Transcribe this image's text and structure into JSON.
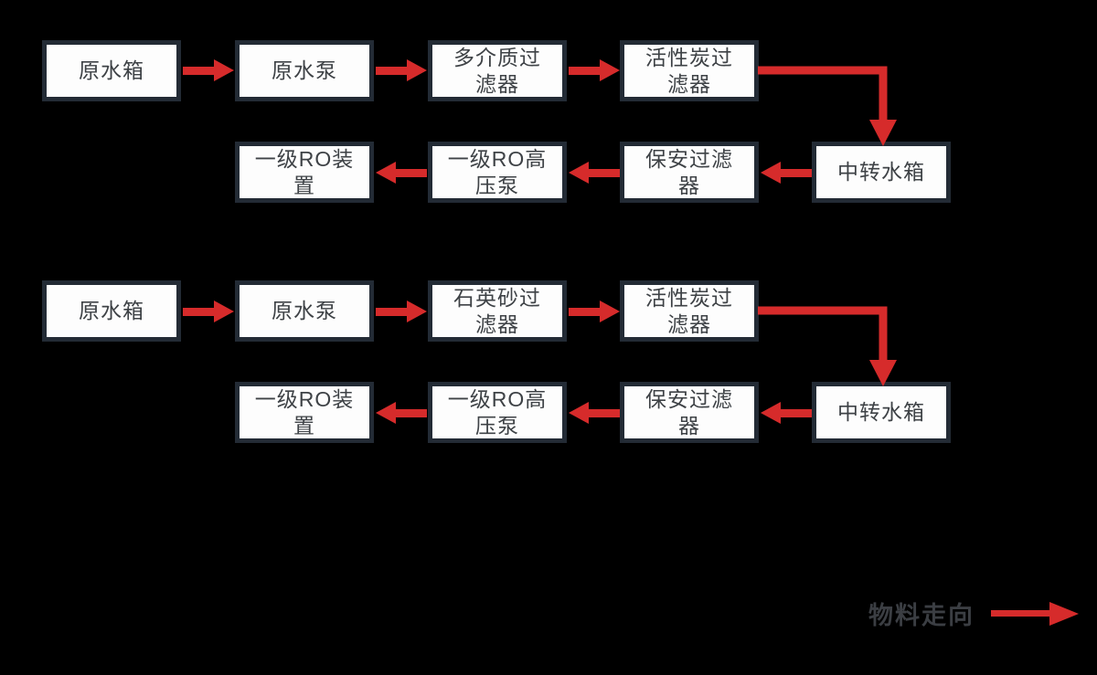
{
  "colors": {
    "background": "#000000",
    "arrow_red": "#d62b2b",
    "box_fill": "#fdfdfd",
    "box_border": "#232b35",
    "box_text": "#3e4246",
    "legend_text": "#3b3e43"
  },
  "diagram1": {
    "nodes": [
      {
        "label": "原水箱"
      },
      {
        "label": "原水泵"
      },
      {
        "label": "多介质过\n滤器"
      },
      {
        "label": "活性炭过\n滤器"
      },
      {
        "label": "中转水箱"
      },
      {
        "label": "保安过滤\n器"
      },
      {
        "label": "一级RO高\n压泵"
      },
      {
        "label": "一级RO装\n置"
      }
    ],
    "flow": "原水箱 → 原水泵 → 多介质过滤器 → 活性炭过滤器 → 中转水箱 → 保安过滤器 → 一级RO高压泵 → 一级RO装置"
  },
  "diagram2": {
    "nodes": [
      {
        "label": "原水箱"
      },
      {
        "label": "原水泵"
      },
      {
        "label": "石英砂过\n滤器"
      },
      {
        "label": "活性炭过\n滤器"
      },
      {
        "label": "中转水箱"
      },
      {
        "label": "保安过滤\n器"
      },
      {
        "label": "一级RO高\n压泵"
      },
      {
        "label": "一级RO装\n置"
      }
    ],
    "flow": "原水箱 → 原水泵 → 石英砂过滤器 → 活性炭过滤器 → 中转水箱 → 保安过滤器 → 一级RO高压泵 → 一级RO装置"
  },
  "legend": {
    "label": "物料走向"
  }
}
